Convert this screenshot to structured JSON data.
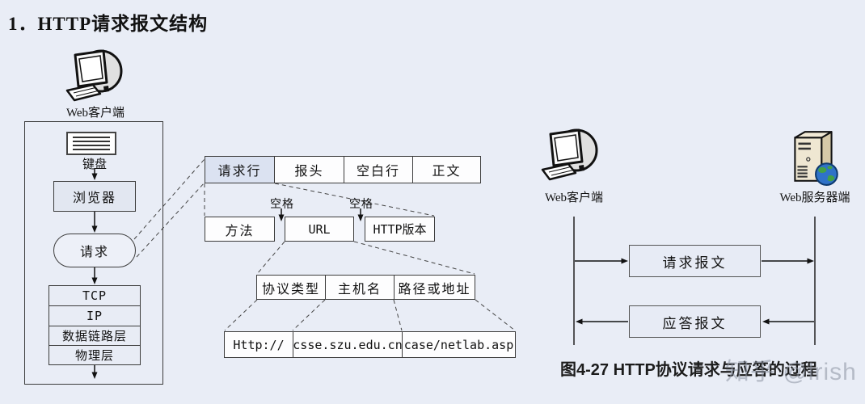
{
  "title": "1．HTTP请求报文结构",
  "left_flow": {
    "client_label": "Web客户端",
    "keyboard_label": "键盘",
    "browser_label": "浏览器",
    "request_label": "请求",
    "stack": [
      "TCP",
      "IP",
      "数据链路层",
      "物理层"
    ]
  },
  "message_structure": {
    "sections": [
      "请求行",
      "报头",
      "空白行",
      "正文"
    ],
    "space_labels": [
      "空格",
      "空格"
    ],
    "request_line_parts": [
      "方法",
      "URL",
      "HTTP版本"
    ],
    "url_parts": [
      "协议类型",
      "主机名",
      "路径或地址"
    ],
    "url_example_parts": [
      "Http://",
      "csse.szu.edu.cn",
      "case/netlab.asp"
    ]
  },
  "sequence": {
    "client_label": "Web客户端",
    "server_label": "Web服务器端",
    "request_message_label": "请求报文",
    "response_message_label": "应答报文",
    "caption": "图4-27  HTTP协议请求与应答的过程",
    "watermark": "知乎 @lrish"
  },
  "colors": {
    "background": "#e9edf6",
    "highlight_box_fill": "#dbe2f1",
    "message_box_fill": "#e7ebf5",
    "box_border": "#3c3c3c"
  }
}
